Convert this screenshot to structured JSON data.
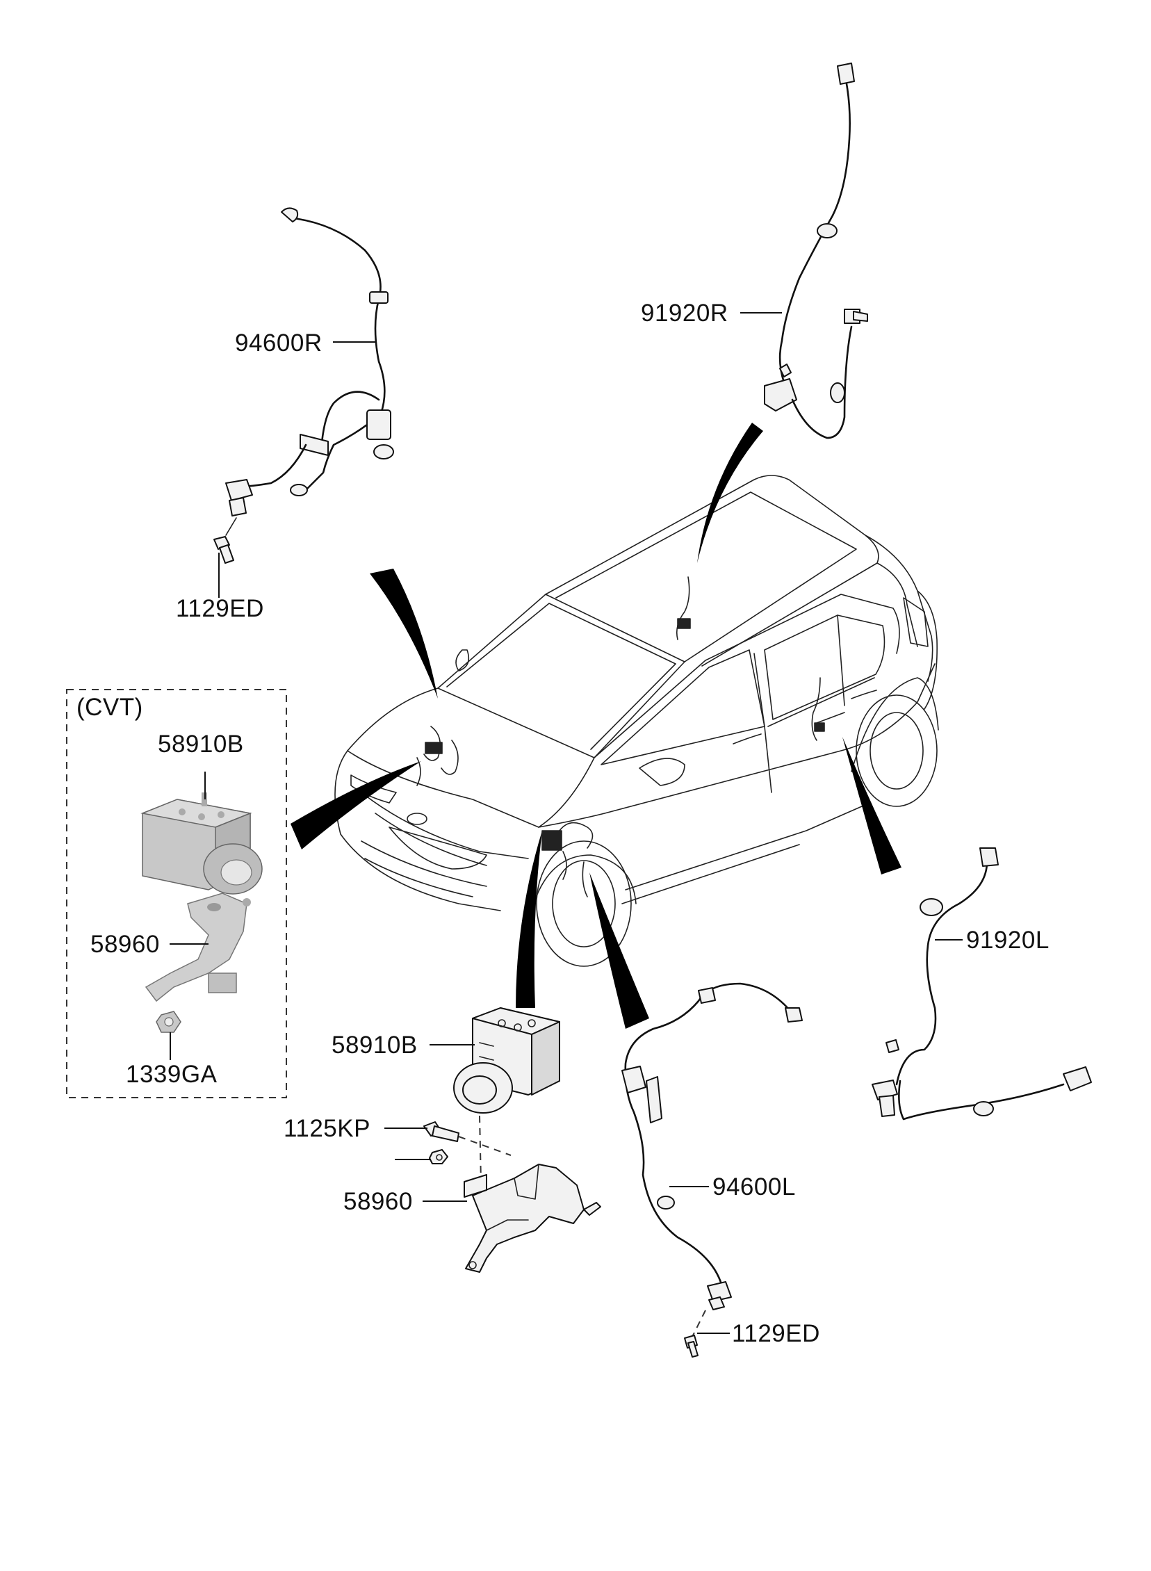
{
  "diagram": {
    "group_label": "(CVT)",
    "callouts": {
      "sensor_rr": "94600R",
      "bolt_top": "1129ED",
      "sensor_rear_r": "91920R",
      "abs_cvt": "58910B",
      "bracket_cvt": "58960",
      "nut_cvt": "1339GA",
      "sensor_rear_l": "91920L",
      "abs_main": "58910B",
      "bolt_1125": "1125KP",
      "bracket_main": "58960",
      "sensor_fl": "94600L",
      "bolt_bottom": "1129ED"
    }
  }
}
